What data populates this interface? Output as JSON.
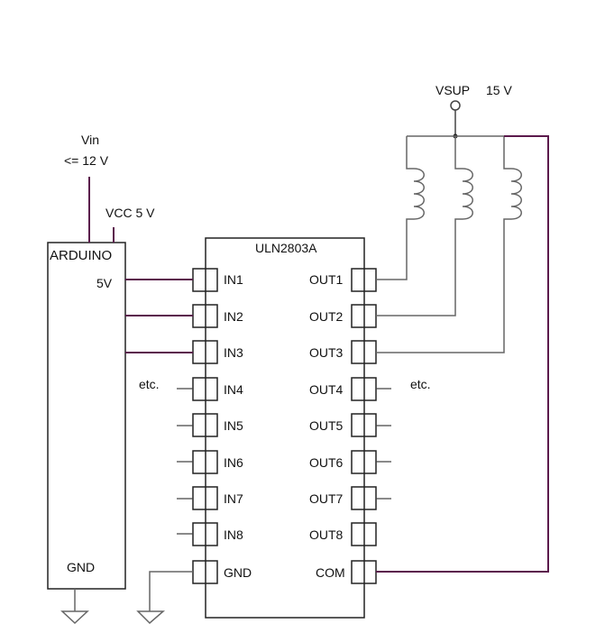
{
  "supply": {
    "vsup_label": "VSUP",
    "vsup_value": "15 V"
  },
  "arduino": {
    "vin_label": "Vin",
    "vin_limit": "<= 12 V",
    "vcc_label": "VCC 5 V",
    "title": "ARDUINO",
    "pin_5v": "5V",
    "gnd_label": "GND",
    "etc_label": "etc."
  },
  "chip": {
    "title": "ULN2803A",
    "inputs": [
      "IN1",
      "IN2",
      "IN3",
      "IN4",
      "IN5",
      "IN6",
      "IN7",
      "IN8"
    ],
    "outputs": [
      "OUT1",
      "OUT2",
      "OUT3",
      "OUT4",
      "OUT5",
      "OUT6",
      "OUT7",
      "OUT8"
    ],
    "gnd_label": "GND",
    "com_label": "COM",
    "etc_label": "etc."
  },
  "colors": {
    "wire_purple": "#5b1a4c",
    "wire_gray": "#666666",
    "outline": "#222222"
  }
}
